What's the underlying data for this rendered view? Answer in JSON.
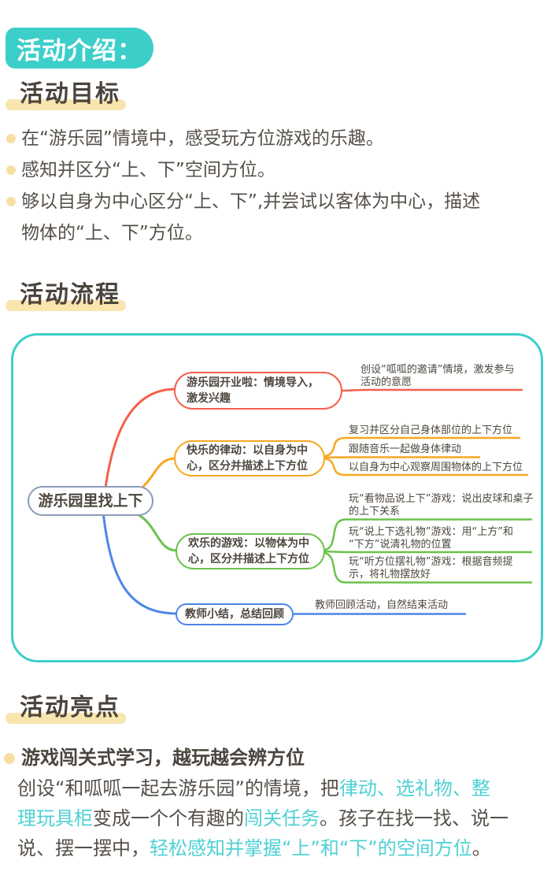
{
  "header": {
    "badge": "活动介绍："
  },
  "colors": {
    "teal": "#3CCFC9",
    "accent_text_teal": "#4FD0D4",
    "highlight_bar_yellow": "#F9E5AE",
    "bullet_cream": "#F7DFA4",
    "heading_dark": "#4B443E",
    "body_text": "#56504A",
    "branch_red": "#F4604C",
    "branch_yellow": "#F7A723",
    "branch_green": "#6CC24B",
    "branch_blue": "#4C86E8",
    "root_border_gray_blue": "#8C9CB7"
  },
  "goals": {
    "heading": "活动目标",
    "items": [
      {
        "lines": [
          "在“游乐园”情境中，感受玩方位游戏的乐趣。"
        ]
      },
      {
        "lines": [
          "感知并区分“上、下”空间方位。"
        ]
      },
      {
        "lines": [
          "够以自身为中心区分“上、下”,并尝试以客体为中心，描述",
          "物体的“上、下”方位。"
        ]
      }
    ]
  },
  "flow": {
    "heading": "活动流程",
    "mindmap": {
      "root": "游乐园里找上下",
      "branches": [
        {
          "color": "red",
          "node_lines": [
            "游乐园开业啦：情境导入，",
            "激发兴趣"
          ],
          "leaves": [
            {
              "lines": [
                "创设“呱呱的邀请”情境，激发参与",
                "活动的意愿"
              ]
            }
          ]
        },
        {
          "color": "yellow",
          "node_lines": [
            "快乐的律动：以自身为中",
            "心，区分并描述上下方位"
          ],
          "leaves": [
            {
              "lines": [
                "复习并区分自己身体部位的上下方位"
              ]
            },
            {
              "lines": [
                "跟随音乐一起做身体律动"
              ]
            },
            {
              "lines": [
                "以自身为中心观察周围物体的上下方位"
              ]
            }
          ]
        },
        {
          "color": "green",
          "node_lines": [
            "欢乐的游戏：以物体为中",
            "心，区分并描述上下方位"
          ],
          "leaves": [
            {
              "lines": [
                "玩“看物品说上下”游戏：说出皮球和桌子",
                "的上下关系"
              ]
            },
            {
              "lines": [
                "玩“说上下选礼物”游戏：用“上方”和",
                "“下方”说清礼物的位置"
              ]
            },
            {
              "lines": [
                "玩“听方位摆礼物”游戏：根据音频提",
                "示，将礼物摆放好"
              ]
            }
          ]
        },
        {
          "color": "blue",
          "node_lines": [
            "教师小结，总结回顾"
          ],
          "leaves": [
            {
              "lines": [
                "教师回顾活动，自然结束活动"
              ]
            }
          ]
        }
      ]
    }
  },
  "highlights": {
    "heading": "活动亮点",
    "subtitle": "游戏闯关式学习，越玩越会辨方位",
    "paragraph_lines": [
      {
        "segments": [
          {
            "text": "创设“和呱呱一起去游乐园”的情境，把",
            "accent": false
          },
          {
            "text": "律动、选礼物、整",
            "accent": true
          }
        ]
      },
      {
        "segments": [
          {
            "text": "理玩具柜",
            "accent": true
          },
          {
            "text": "变成一个个有趣的",
            "accent": false
          },
          {
            "text": "闯关任务",
            "accent": true
          },
          {
            "text": "。孩子在找一找、说一",
            "accent": false
          }
        ]
      },
      {
        "segments": [
          {
            "text": "说、摆一摆中，",
            "accent": false
          },
          {
            "text": "轻松感知并掌握“上”和“下”的空间方位",
            "accent": true
          },
          {
            "text": "。",
            "accent": false
          }
        ]
      }
    ]
  }
}
